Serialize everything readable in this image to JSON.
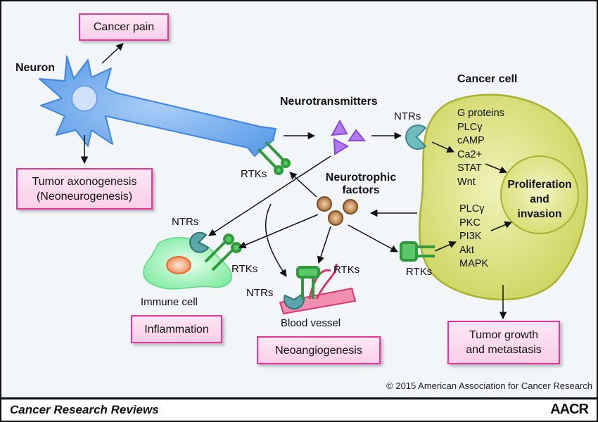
{
  "figure": {
    "neuron_label": "Neuron",
    "cancer_cell_label": "Cancer cell",
    "neurotransmitters_label": "Neurotransmitters",
    "neurotrophic_label_line1": "Neurotrophic",
    "neurotrophic_label_line2": "factors",
    "immune_cell_label": "Immune cell",
    "blood_vessel_label": "Blood vessel",
    "receptors": {
      "rtks": "RTKs",
      "ntrs": "NTRs"
    },
    "outcomes": {
      "cancer_pain": "Cancer pain",
      "axonogenesis_line1": "Tumor axonogenesis",
      "axonogenesis_line2": "(Neoneurogenesis)",
      "inflammation": "Inflammation",
      "neoangiogenesis": "Neoangiogenesis",
      "tumor_growth_line1": "Tumor growth",
      "tumor_growth_line2": "and metastasis"
    },
    "ntr_signaling": [
      "G proteins",
      "PLCγ",
      "cAMP",
      "Ca2+",
      "STAT",
      "Wnt"
    ],
    "rtk_signaling": [
      "PLCγ",
      "PKC",
      "PI3K",
      "Akt",
      "MAPK"
    ],
    "nucleus_label_line1": "Proliferation",
    "nucleus_label_line2": "and",
    "nucleus_label_line3": "invasion"
  },
  "copyright": "© 2015 American Association for Cancer Research",
  "footer": {
    "journal": "Cancer Research Reviews",
    "logo": "AACR"
  },
  "colors": {
    "box_border": "#e8359a",
    "neuron": "#6aa7ee",
    "cancer_cell": "#d9e07a",
    "receptor_rtk": "#3cb44a",
    "receptor_ntr": "#5aa6a8",
    "neurotransmitter": "#a45de6",
    "neurotrophic": "#b07a45",
    "immune_cell": "#86eea8",
    "blood_vessel": "#e2567f"
  }
}
